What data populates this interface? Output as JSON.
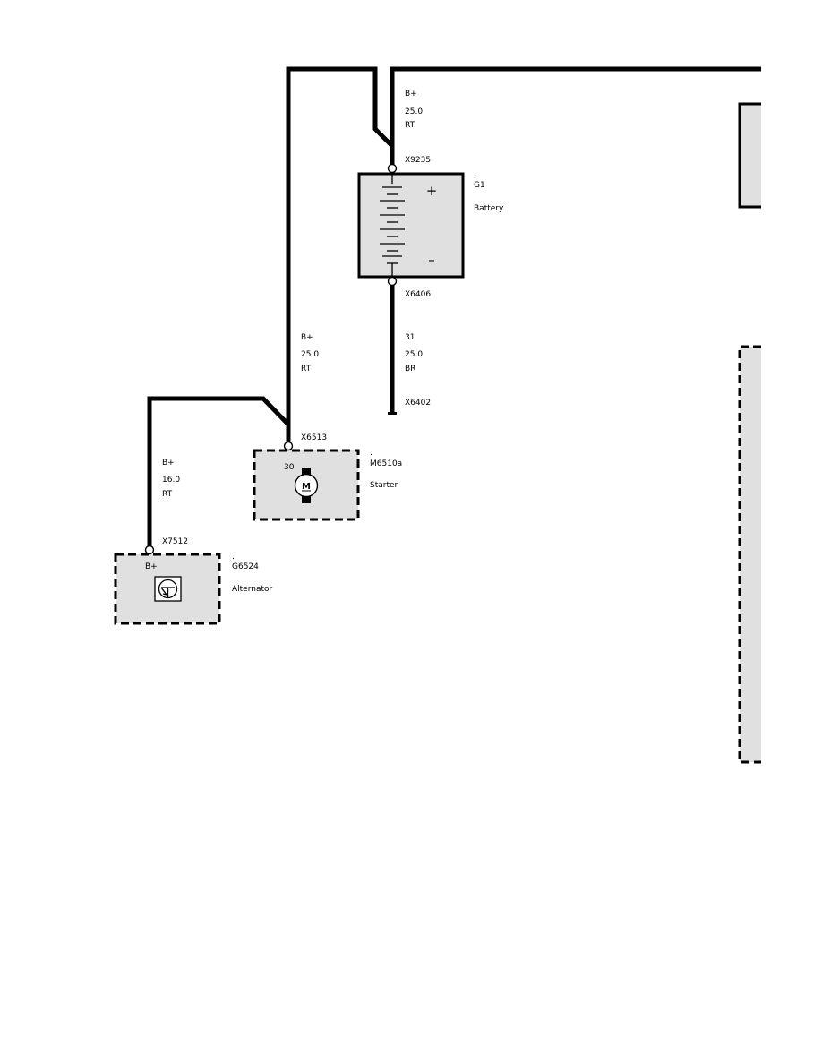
{
  "colors": {
    "wire": "#000000",
    "component_fill": "#e0e0e0",
    "background": "#ffffff"
  },
  "battery": {
    "connector_top": "X9235",
    "connector_bottom": "X6406",
    "dot": ".",
    "id": "G1",
    "name": "Battery",
    "plus": "+",
    "minus": "–"
  },
  "battery_feed_wire": {
    "signal": "B+",
    "size": "25.0",
    "color": "RT"
  },
  "ground_wire": {
    "signal": "31",
    "size": "25.0",
    "color": "BR",
    "ground_point": "X6402"
  },
  "starter_feed_wire": {
    "signal": "B+",
    "size": "25.0",
    "color": "RT"
  },
  "starter": {
    "connector": "X6513",
    "dot": ".",
    "id": "M6510a",
    "name": "Starter",
    "pin": "30",
    "symbol": "M",
    "icon": "motor-icon"
  },
  "alternator_wire": {
    "signal": "B+",
    "size": "16.0",
    "color": "RT"
  },
  "alternator": {
    "connector": "X7512",
    "dot": ".",
    "id": "G6524",
    "name": "Alternator",
    "pin": "B+",
    "icon": "regulator-icon"
  }
}
